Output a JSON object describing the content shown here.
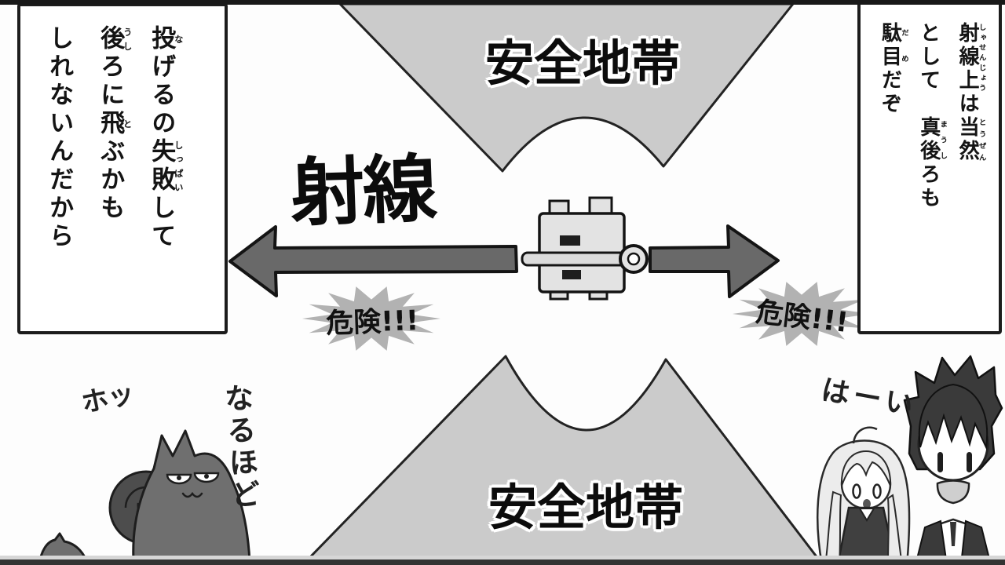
{
  "labels": {
    "safe_zone_top": "安全地帯",
    "safe_zone_bottom": "安全地帯",
    "line_of_fire": "射線",
    "danger_left": "危険!!!",
    "danger_right": "危険!!!",
    "cat_relief_sfx": "ホッ",
    "cat_comment": "なるほど",
    "kids_reply": "はーい"
  },
  "speech_bubbles": {
    "left": {
      "plain_text": "投げるの失敗して後ろに飛ぶかもしれないんだから",
      "lines": [
        [
          {
            "t": "投",
            "r": "な"
          },
          {
            "t": "げるの"
          },
          {
            "t": "失敗",
            "r": "しっぱい"
          },
          {
            "t": "して"
          }
        ],
        [
          {
            "t": "後",
            "r": "うし"
          },
          {
            "t": "ろに"
          },
          {
            "t": "飛",
            "r": "と"
          },
          {
            "t": "ぶかも"
          }
        ],
        [
          {
            "t": "しれないんだから"
          }
        ]
      ]
    },
    "right": {
      "plain_text": "射線上は当然として 真後ろも駄目だぞ",
      "lines": [
        [
          {
            "t": "射線上",
            "r": "しゃせんじょう"
          },
          {
            "t": "は"
          },
          {
            "t": "当然",
            "r": "とうぜん"
          }
        ],
        [
          {
            "t": "として"
          },
          {
            "t": "　"
          },
          {
            "t": "真後",
            "r": "まうし"
          },
          {
            "t": "ろも"
          }
        ],
        [
          {
            "t": "駄目",
            "r": "だめ"
          },
          {
            "t": "だぞ"
          }
        ]
      ]
    }
  },
  "colors": {
    "zone_fill": "#cbcbcb",
    "zone_stroke": "#232323",
    "arrow_fill": "#696969",
    "burst_fill": "#b2b2b2",
    "ink": "#111111",
    "letterbox": "#181818"
  }
}
